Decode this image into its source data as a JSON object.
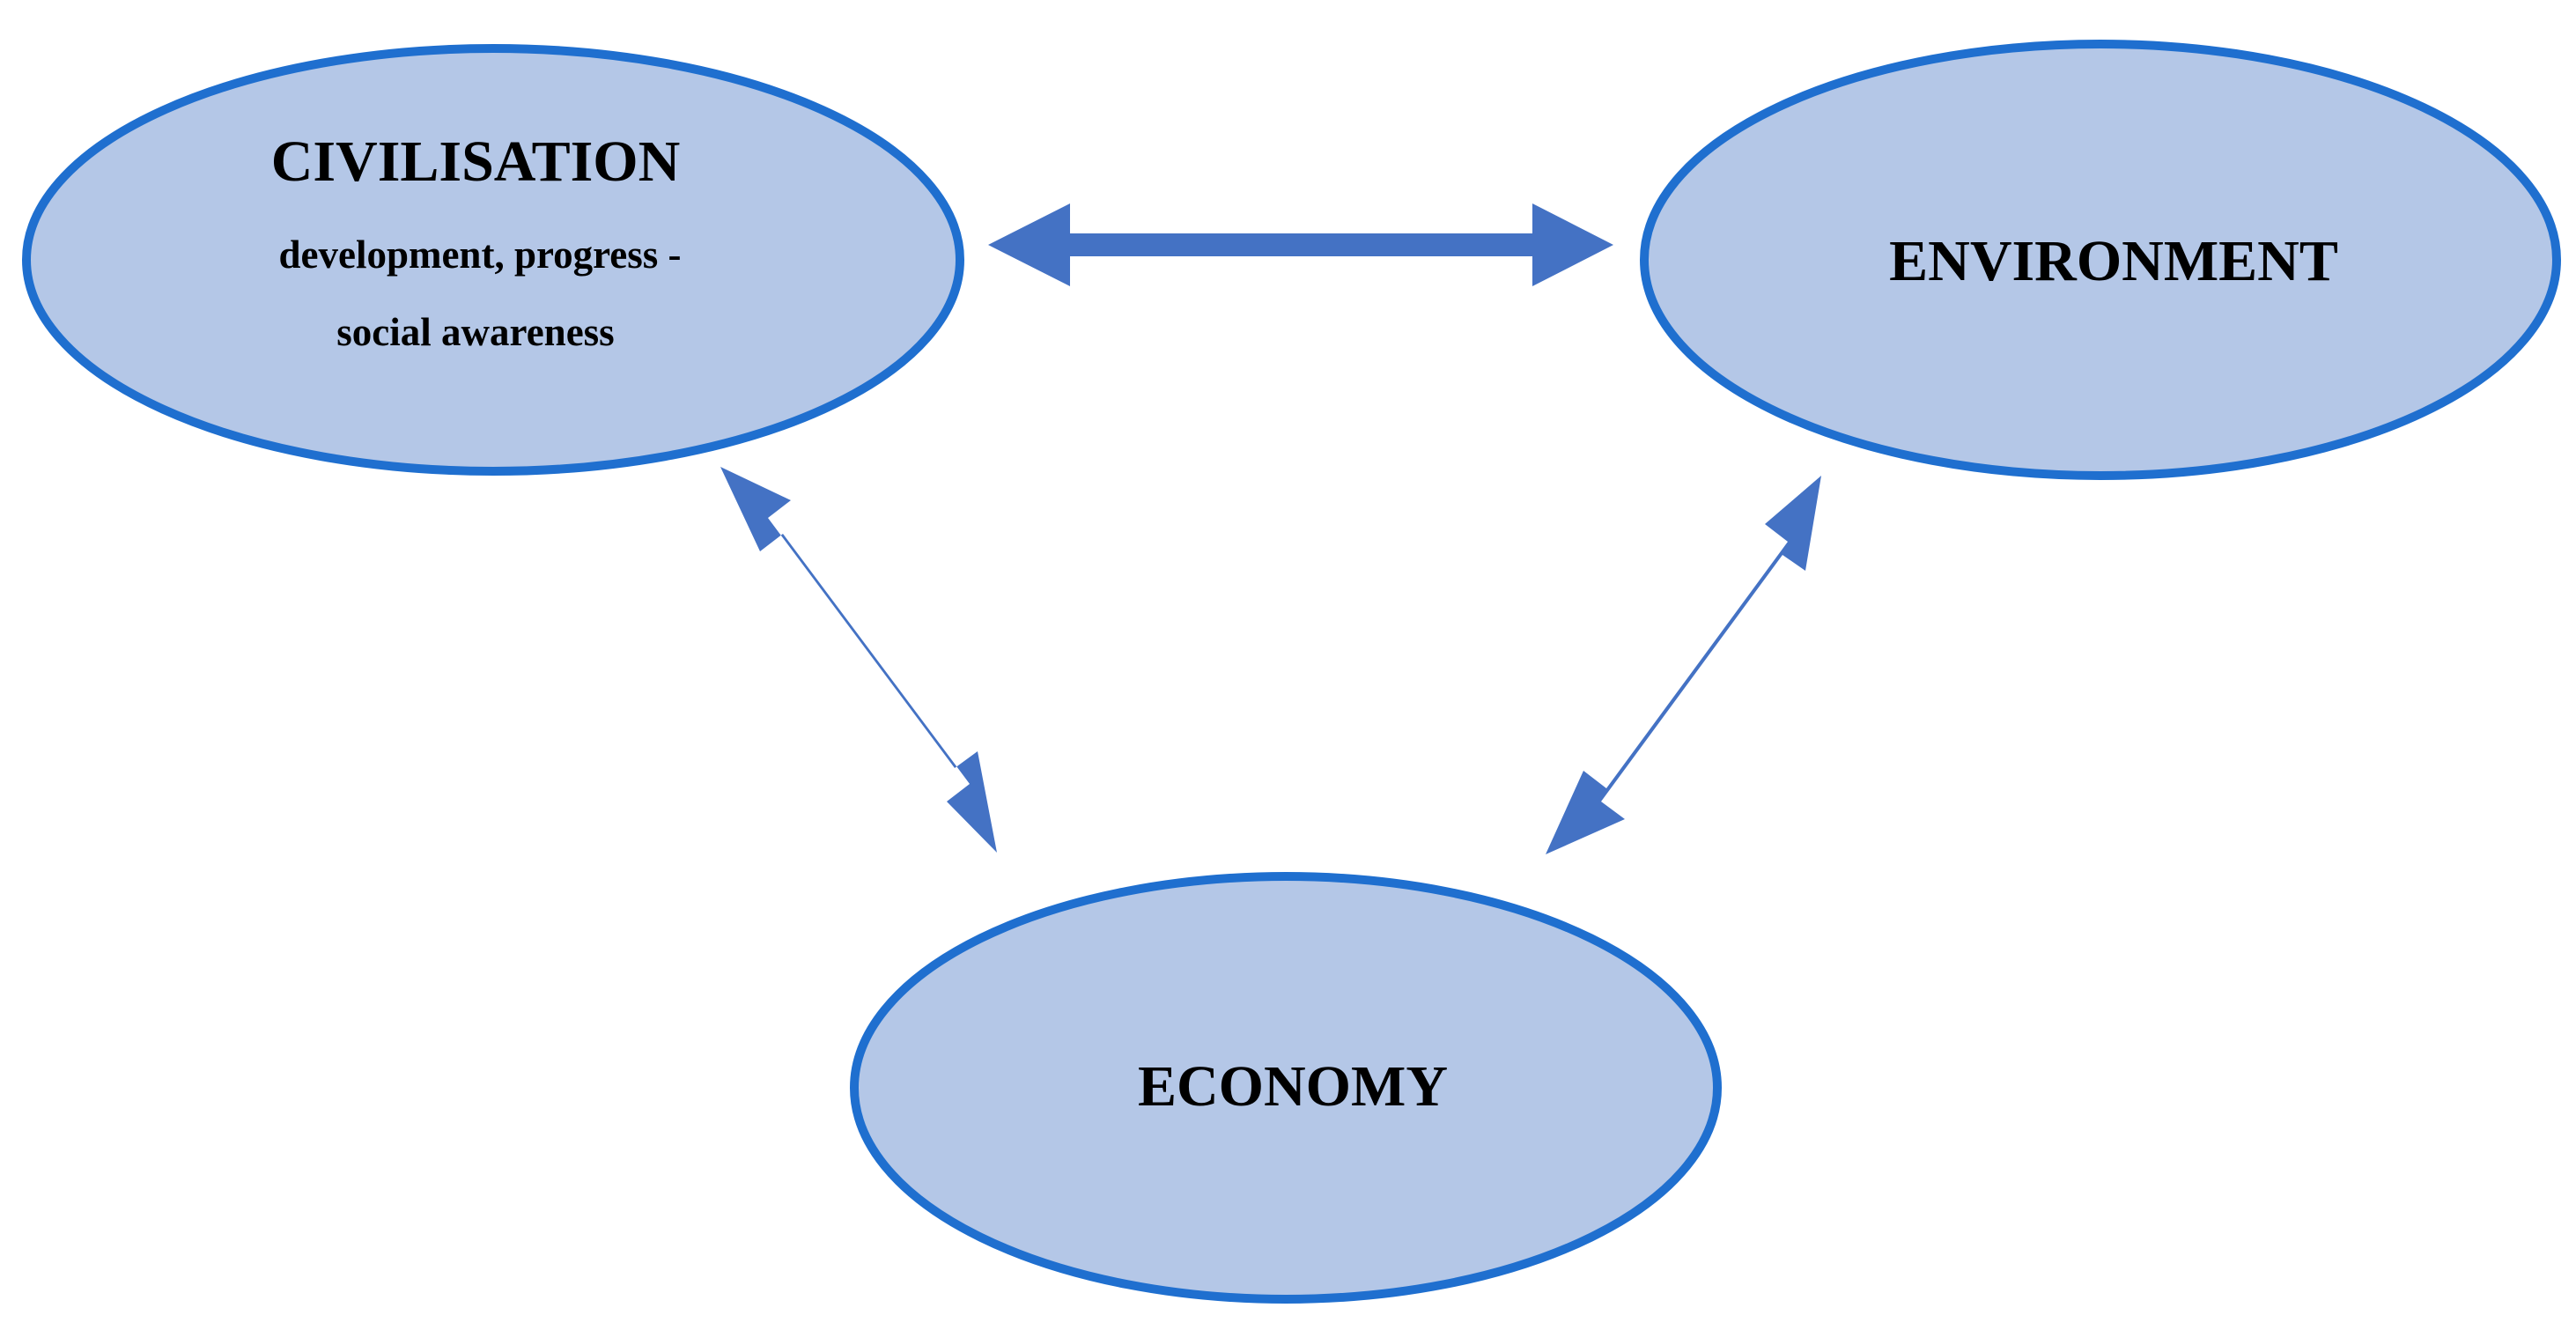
{
  "colors": {
    "node_fill": "#b4c7e7",
    "node_stroke": "#1f6fcf",
    "arrow": "#4472c4"
  },
  "nodes": {
    "civilisation": {
      "title": "CIVILISATION",
      "line1": "development, progress -",
      "line2": "social awareness"
    },
    "environment": {
      "title": "ENVIRONMENT"
    },
    "economy": {
      "title": "ECONOMY"
    }
  },
  "links": [
    {
      "from": "CIVILISATION",
      "to": "ENVIRONMENT",
      "direction": "both"
    },
    {
      "from": "CIVILISATION",
      "to": "ECONOMY",
      "direction": "both"
    },
    {
      "from": "ENVIRONMENT",
      "to": "ECONOMY",
      "direction": "both"
    }
  ]
}
